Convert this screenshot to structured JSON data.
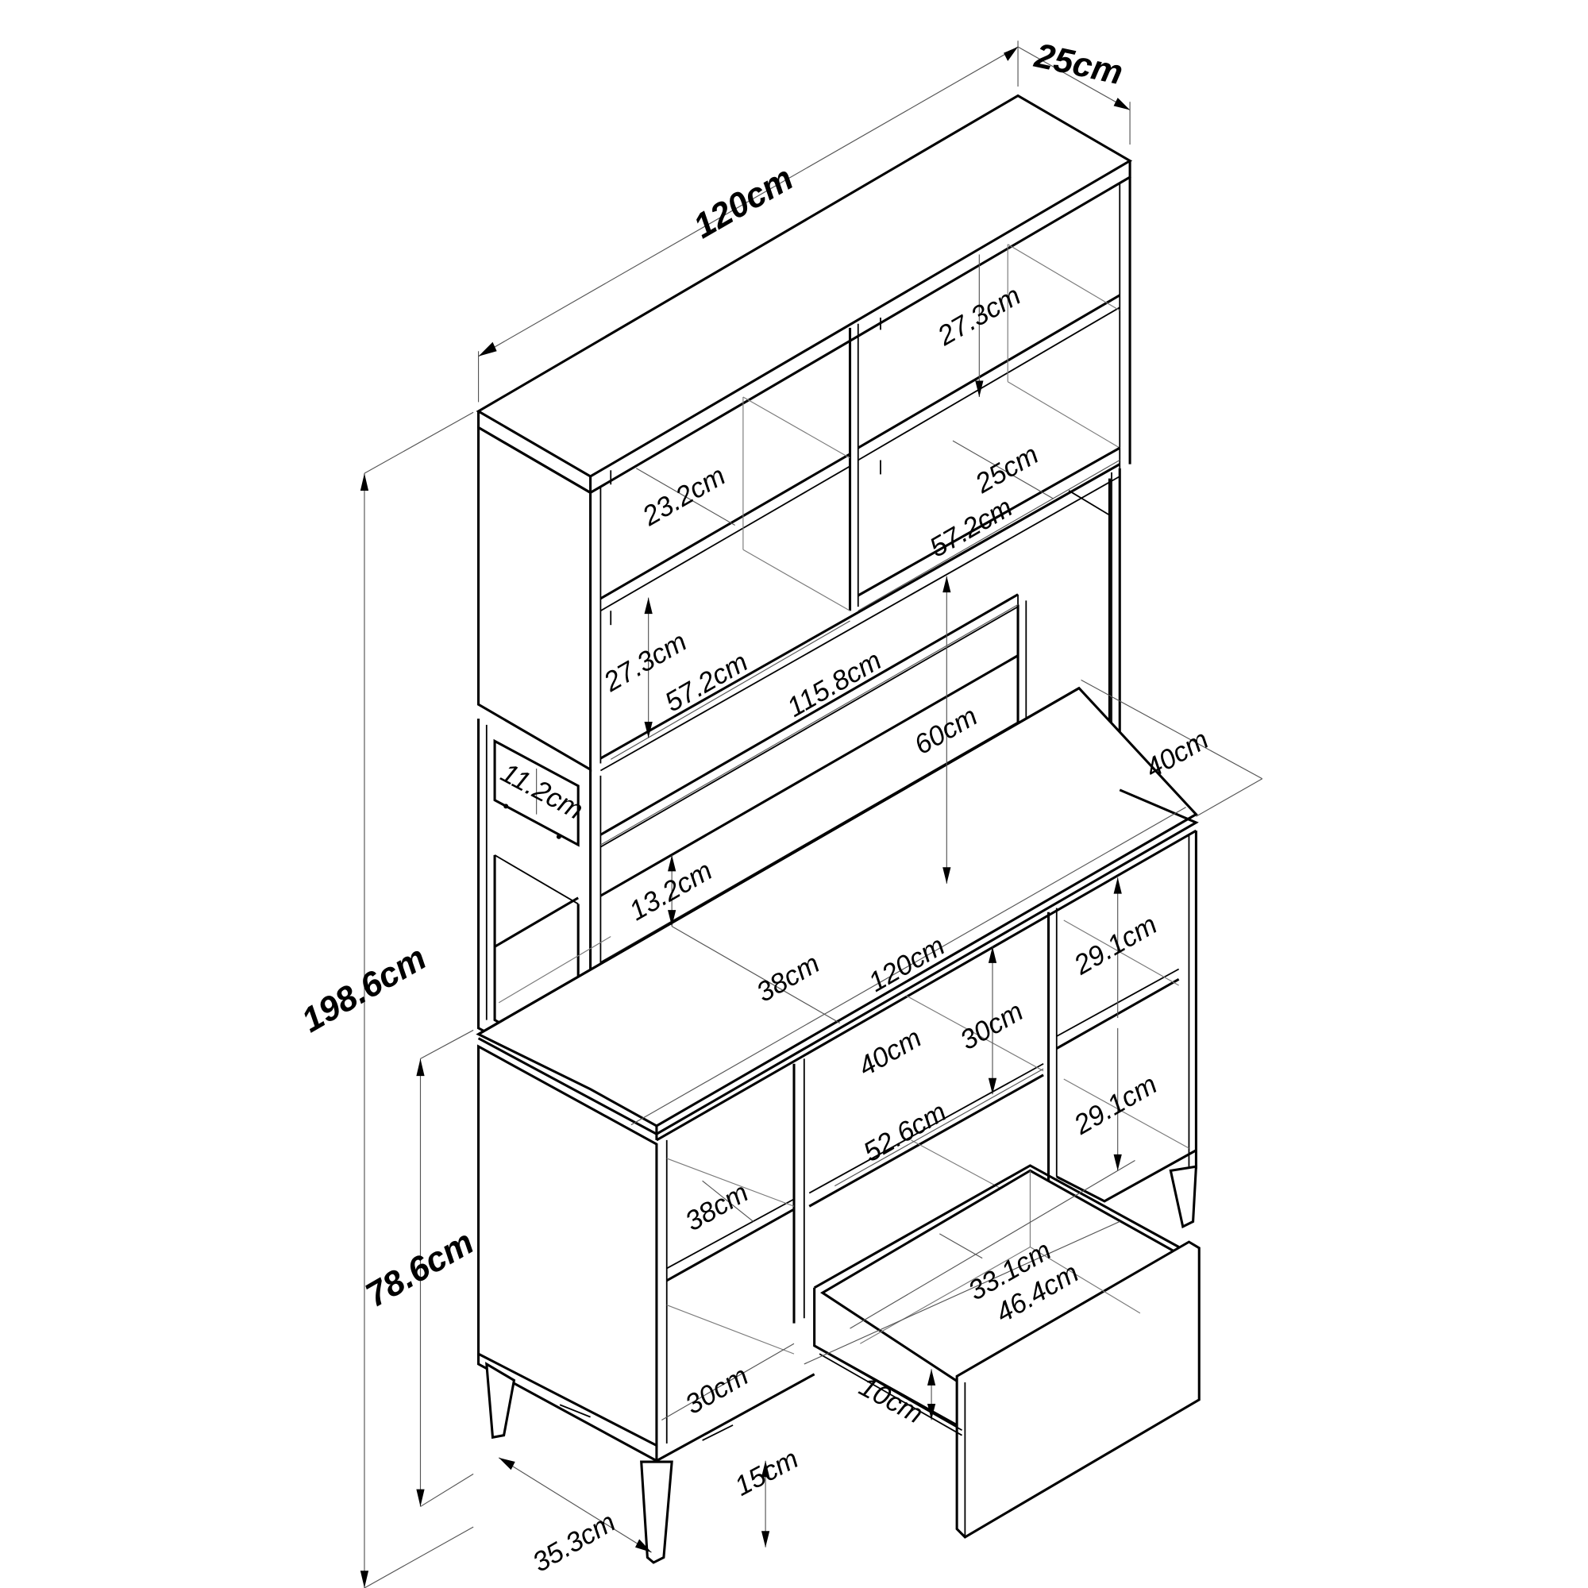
{
  "diagram": {
    "title": "Kitchen hutch / bookcase cabinet dimension drawing",
    "units": "cm",
    "overall": {
      "width": "120cm",
      "depth_top": "25cm",
      "total_height": "198.6cm",
      "base_height": "78.6cm",
      "base_depth": "40cm"
    },
    "labels": {
      "top_width": "120cm",
      "top_depth": "25cm",
      "total_height": "198.6cm",
      "base_height": "78.6cm",
      "upper_shelf_height_right": "27.3cm",
      "upper_shelf_depth_left": "23.2cm",
      "upper_shelf_depth_right": "25cm",
      "upper_shelf_width_right": "57.2cm",
      "middle_shelf_height_left": "27.3cm",
      "middle_shelf_width_left": "57.2cm",
      "hutch_inner_width": "115.8cm",
      "hutch_opening_height": "60cm",
      "side_niche_depth": "40cm",
      "small_cubby_height": "11.2cm",
      "backsplash_height": "13.2cm",
      "desk_depth": "38cm",
      "desk_width": "120cm",
      "center_opening_height": "30cm",
      "center_opening_depth": "40cm",
      "center_shelf_width": "52.6cm",
      "right_cubby_height_top": "29.1cm",
      "right_cubby_height_bottom": "29.1cm",
      "left_shelf_depth": "38cm",
      "left_bottom_depth": "30cm",
      "leg_height": "15cm",
      "leg_spacing": "35.3cm",
      "drawer_depth": "33.1cm",
      "drawer_width": "46.4cm",
      "drawer_height": "10cm"
    }
  }
}
